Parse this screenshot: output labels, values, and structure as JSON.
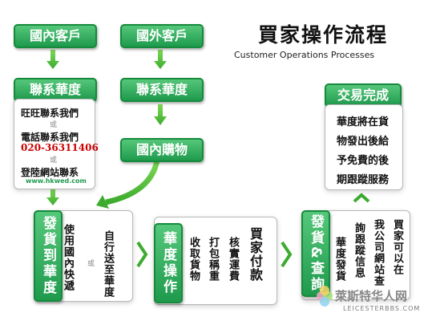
{
  "title": "買家操作流程",
  "subtitle": "Customer Operations Processes",
  "left_column": {
    "start": "國內客戶",
    "contact": "聯系華度",
    "methods": [
      "旺旺聯系我們",
      "或",
      "電話聯系我們",
      "020-36311406",
      "或",
      "登陸網站聯系",
      "www.hkwed.com"
    ]
  },
  "middle_column": {
    "start": "國外客戶",
    "contact": "聯系華度",
    "purchase": "國內購物"
  },
  "stage1": {
    "label": "發貨到華度",
    "col_a": "使用國內快遞",
    "or": "或",
    "col_b": "自行送至華度"
  },
  "stage2": {
    "label": "華度操作",
    "cols": [
      "收取貨物",
      "打包稱重",
      "核實運費",
      "買家付款"
    ]
  },
  "stage3": {
    "label": "發貨&查詢",
    "cols": [
      "華度發貨",
      "詢跟蹤信息",
      "我公司網站查",
      "買家可以在"
    ]
  },
  "complete": {
    "label": "交易完成",
    "lines": [
      "華度將在貨",
      "物發出後給",
      "予免費的後",
      "期跟蹤服務"
    ]
  },
  "watermark": {
    "name": "萊斯特华人网",
    "url": "LEICESTERBBS.COM"
  }
}
